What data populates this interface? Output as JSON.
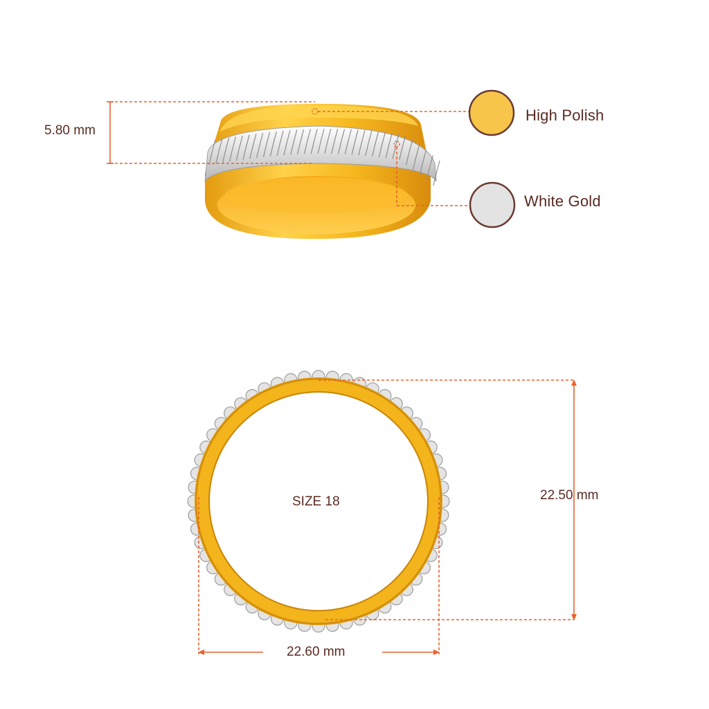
{
  "colors": {
    "gold": "#f3b61f",
    "gold_dark": "#d4900c",
    "gold_light": "#ffd95a",
    "white_gold": "#e4e4e4",
    "white_gold_shadow": "#a8a8a8",
    "measure_line": "#e8622c",
    "text": "#5a2a22",
    "swatch_border": "#6b3a30"
  },
  "measurements": {
    "band_width": "5.80 mm",
    "outer_height": "22.50 mm",
    "outer_width": "22.60 mm"
  },
  "materials": [
    {
      "label": "High Polish",
      "swatch_color": "#f6c54a"
    },
    {
      "label": "White Gold",
      "swatch_color": "#e3e3e3"
    }
  ],
  "ring_size": "SIZE 18"
}
